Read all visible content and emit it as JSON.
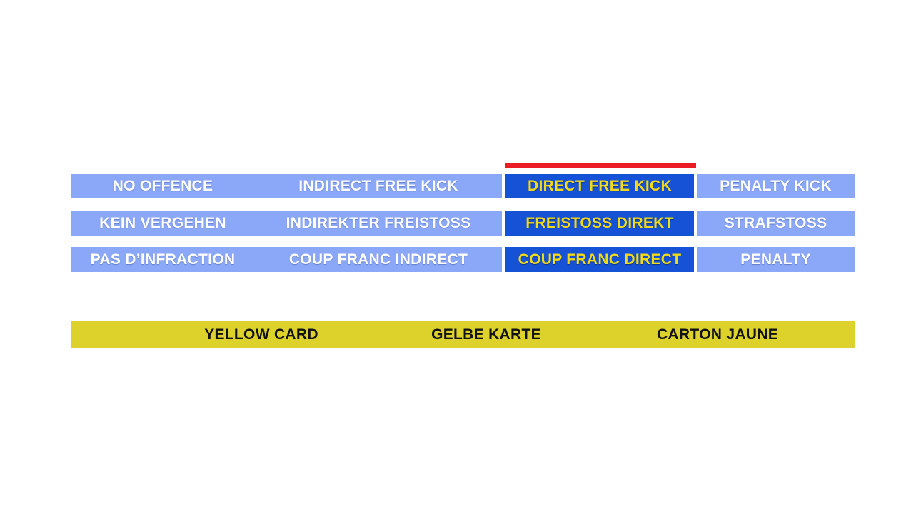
{
  "colors": {
    "page_bg": "#FFFFFF",
    "light_blue": "#8BA7F8",
    "dark_blue": "#1652D6",
    "marker_red": "#EC1C24",
    "card_yellow": "#DCD22B",
    "selected_text": "#F0DA1E",
    "cell_text": "#FFFFFF",
    "card_text": "#121212"
  },
  "grid": {
    "selected_column": 2,
    "rows": [
      {
        "cells": [
          "NO OFFENCE",
          "INDIRECT FREE KICK",
          "DIRECT FREE KICK",
          "PENALTY KICK"
        ]
      },
      {
        "cells": [
          "KEIN VERGEHEN",
          "INDIREKTER FREISTOSS",
          "FREISTOSS DIREKT",
          "STRAFSTOSS"
        ]
      },
      {
        "cells": [
          "PAS D’INFRACTION",
          "COUP FRANC INDIRECT",
          "COUP FRANC DIRECT",
          "PENALTY"
        ]
      }
    ]
  },
  "card_bar": {
    "labels": [
      "YELLOW CARD",
      "GELBE KARTE",
      "CARTON JAUNE"
    ]
  }
}
